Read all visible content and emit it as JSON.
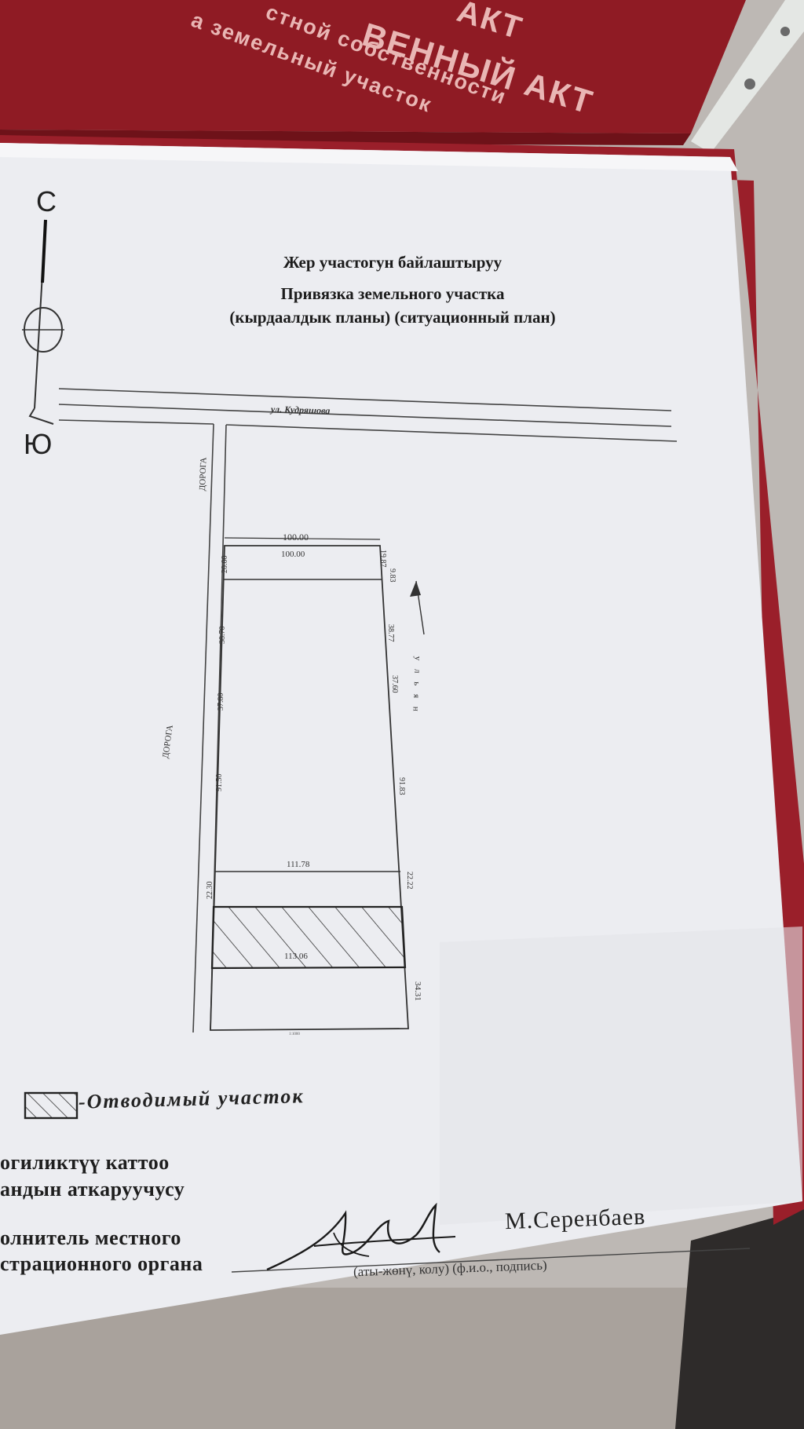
{
  "cover": {
    "line1": "ВЕННЫЙ АКТ",
    "line2": "стной собственности",
    "line3": "а земельный участок",
    "top_fragment": "АКТ"
  },
  "document": {
    "title_kg": "Жер участогун байлаштыруу",
    "title_ru": "Привязка земельного участка",
    "subtitle": "(кырдаалдык планы) (ситуационный план)",
    "compass_north": "С",
    "compass_south": "Ю"
  },
  "plan": {
    "street_name": "ул. Кудряшова",
    "road_label_1": "ДОРОГА",
    "road_label_2": "ДОРОГА",
    "arrow_label": "у л ь я н",
    "dims": {
      "top_outer": "100.00",
      "top_inner": "100.00",
      "left_1": "20.00",
      "left_2": "38.70",
      "left_3": "37.80",
      "left_4": "91.50",
      "left_5": "22.30",
      "right_1": "19.87",
      "right_2": "9.83",
      "right_3": "38.77",
      "right_4": "37.60",
      "right_5": "91.83",
      "right_6": "22.22",
      "right_7": "34.31",
      "mid_width": "111.78",
      "hatch_width": "113.06",
      "bottom_small": "1:1000"
    }
  },
  "legend": {
    "label": "-Отводимый участок"
  },
  "signature_block": {
    "line1": "огиликтүү каттоо",
    "line2": "андын аткаруучусу",
    "line3": "олнитель местного",
    "line4": "страционного органа",
    "caption": "(аты-жөнү, колу)  (ф.и.о., подпись)",
    "signer_name": "М.Серенбаев"
  }
}
